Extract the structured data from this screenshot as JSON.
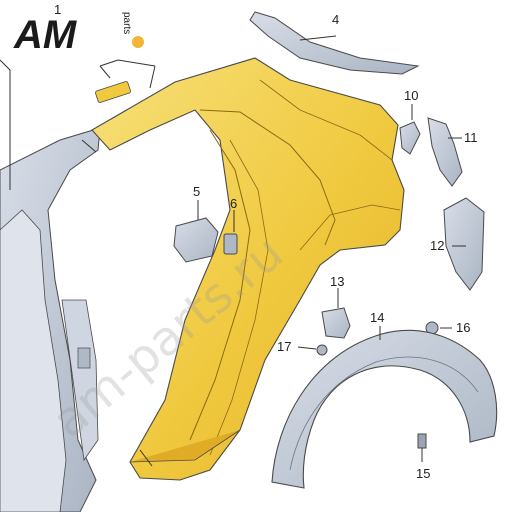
{
  "logo": {
    "brand": "AM",
    "suffix": "parts",
    "colors": {
      "brand": "#1b1b1b",
      "dot": "#f2b637"
    }
  },
  "watermark": "am-parts.ru",
  "callouts": [
    {
      "id": "1",
      "label": "1"
    },
    {
      "id": "4",
      "label": "4"
    },
    {
      "id": "5",
      "label": "5"
    },
    {
      "id": "6",
      "label": "6"
    },
    {
      "id": "10",
      "label": "10"
    },
    {
      "id": "11",
      "label": "11"
    },
    {
      "id": "12",
      "label": "12"
    },
    {
      "id": "13",
      "label": "13"
    },
    {
      "id": "14",
      "label": "14"
    },
    {
      "id": "15",
      "label": "15"
    },
    {
      "id": "16",
      "label": "16"
    },
    {
      "id": "17",
      "label": "17"
    }
  ],
  "colors": {
    "panel_fill": "#f3d24a",
    "panel_shade": "#e2b72c",
    "body_frame": "#c4ccd8",
    "part_gray": "#b9c2cf",
    "outline": "#4a4a4a"
  }
}
